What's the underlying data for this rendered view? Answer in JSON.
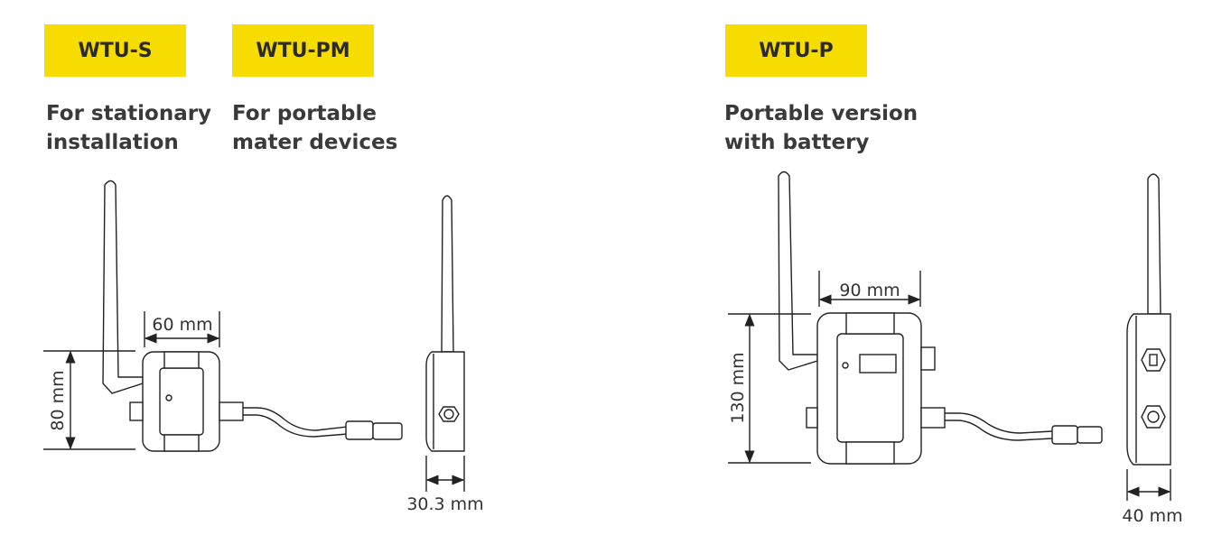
{
  "products": [
    {
      "name": "WTU-S",
      "description_line1": "For stationary",
      "description_line2": "installation"
    },
    {
      "name": "WTU-PM",
      "description_line1": "For portable",
      "description_line2": "mater devices"
    },
    {
      "name": "WTU-P",
      "description_line1": "Portable version",
      "description_line2": "with battery"
    }
  ],
  "dimensions": {
    "small_width": "60 mm",
    "small_height": "80 mm",
    "small_depth": "30.3 mm",
    "large_width": "90 mm",
    "large_height": "130 mm",
    "large_depth": "40 mm"
  },
  "colors": {
    "badge": "#f7dc00"
  }
}
